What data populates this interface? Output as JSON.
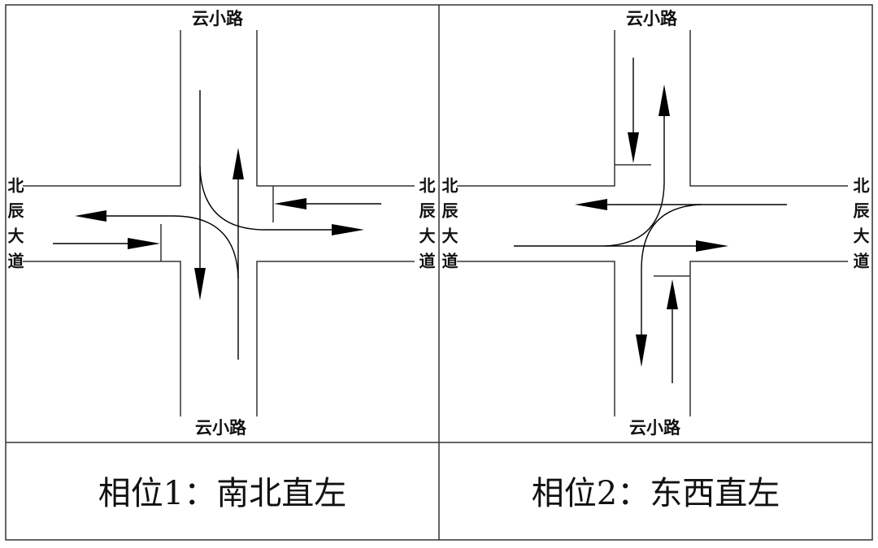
{
  "phases": [
    {
      "caption": "相位1：南北直左",
      "north_road": "云小路",
      "south_road": "云小路",
      "west_road": "北辰大道",
      "east_road": "北辰大道"
    },
    {
      "caption": "相位2：东西直左",
      "north_road": "云小路",
      "south_road": "云小路",
      "west_road": "北辰大道",
      "east_road": "北辰大道"
    }
  ],
  "colors": {
    "line": "#333333",
    "arrow": "#000000",
    "background": "#ffffff"
  }
}
